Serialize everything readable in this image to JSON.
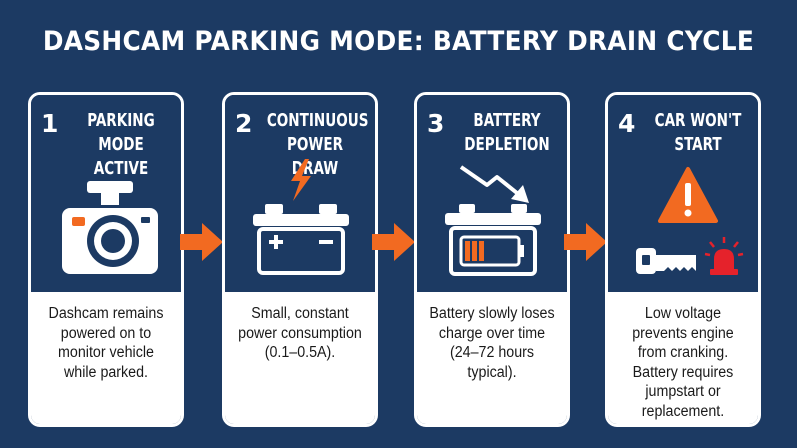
{
  "title": "DASHCAM PARKING MODE: BATTERY DRAIN CYCLE",
  "steps": [
    {
      "number": "1",
      "title": "PARKING MODE ACTIVE",
      "icon": "dashcam-icon",
      "description": "Dashcam remains powered on to monitor vehicle while parked."
    },
    {
      "number": "2",
      "title": "CONTINUOUS POWER DRAW",
      "icon": "battery-with-lightning-icon",
      "description": "Small, constant power consumption (0.1–0.5A)."
    },
    {
      "number": "3",
      "title": "BATTERY DEPLETION",
      "icon": "low-battery-icon",
      "description": "Battery slowly loses charge over time (24–72 hours typical)."
    },
    {
      "number": "4",
      "title": "CAR WON'T START",
      "icon": "warning-key-icon",
      "description": "Low voltage prevents engine from cranking. Battery requires jumpstart or replacement."
    }
  ],
  "colors": {
    "background": "#1c3a63",
    "accent": "#f26a21",
    "card_border": "#ffffff",
    "text_dark": "#1a1a1a",
    "alarm_red": "#e5222b"
  }
}
